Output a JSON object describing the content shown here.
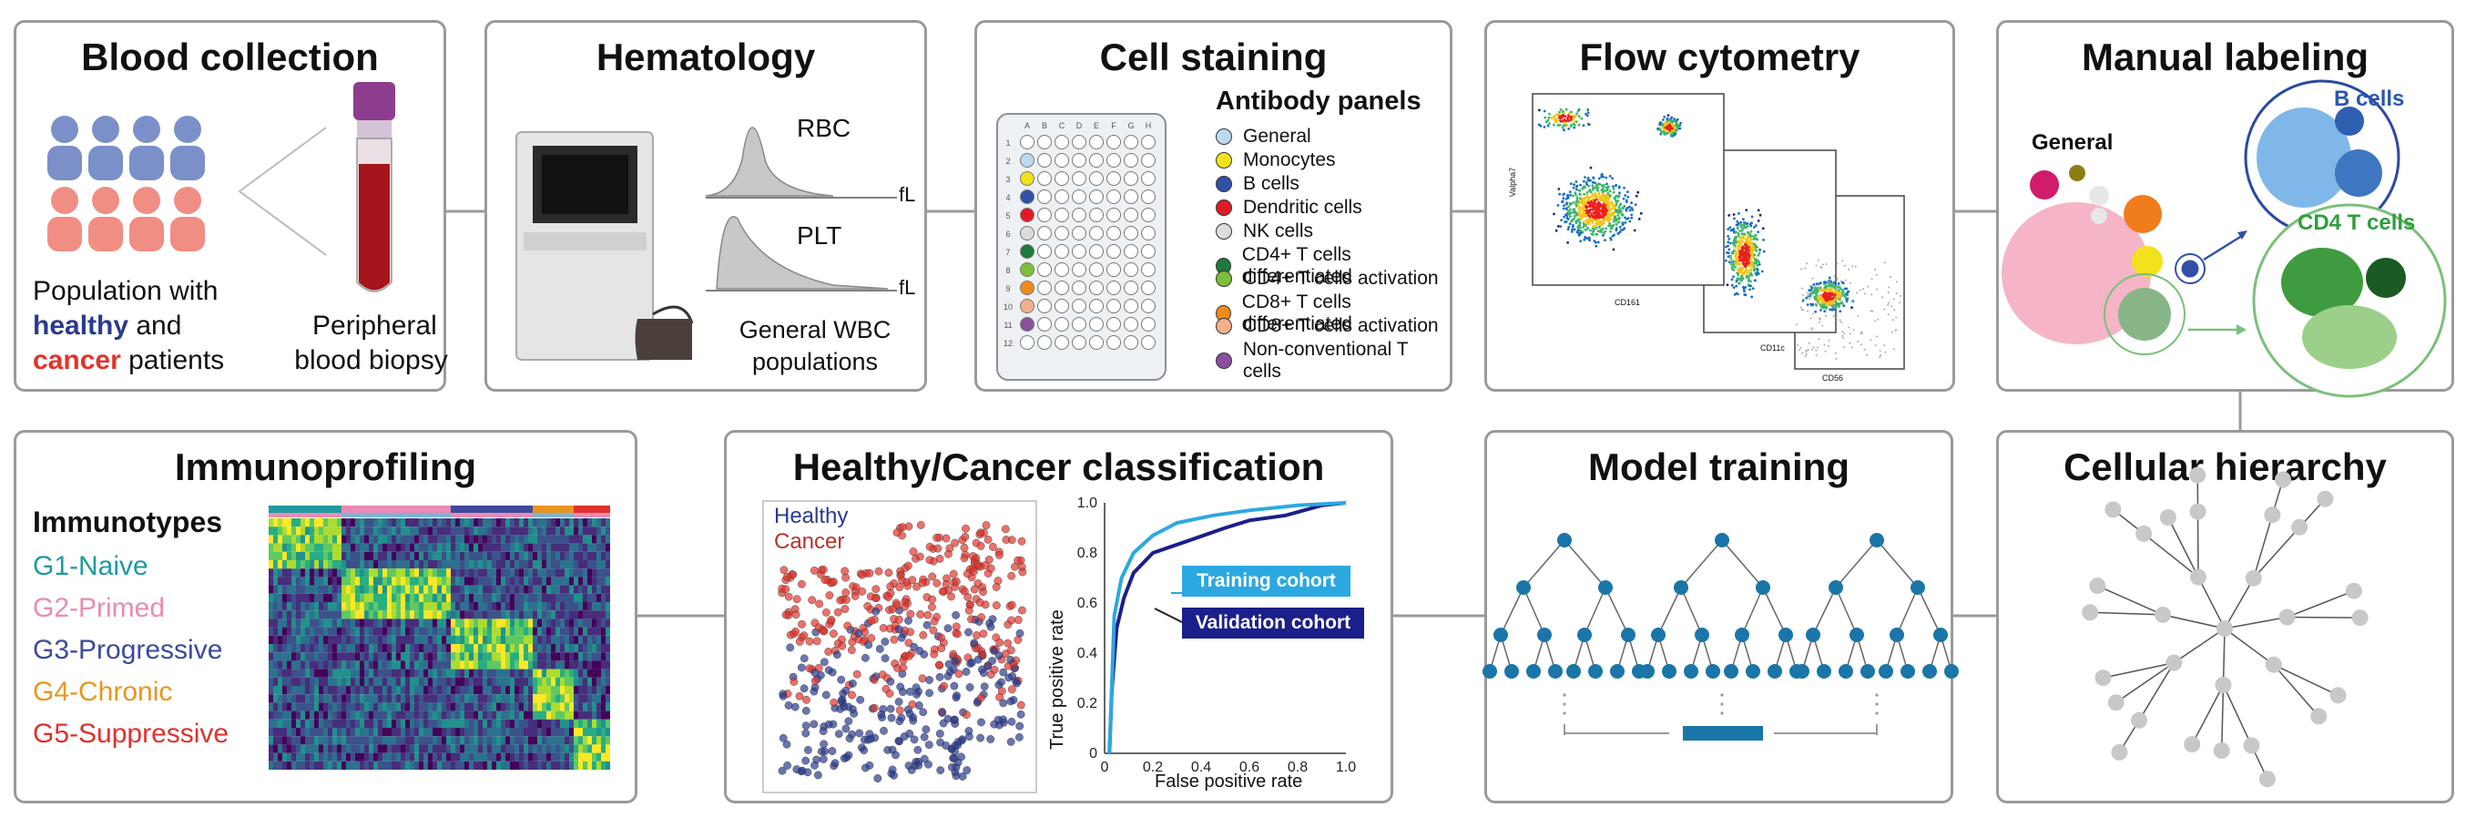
{
  "panels": {
    "blood": {
      "title": "Blood collection",
      "population_line1": "Population with",
      "healthy_word": "healthy",
      "and_word": " and",
      "cancer_word": "cancer",
      "patients_word": " patients",
      "biopsy_line1": "Peripheral",
      "biopsy_line2": "blood biopsy"
    },
    "hematology": {
      "title": "Hematology",
      "rbc": "RBC",
      "plt": "PLT",
      "fl": "fL",
      "wbc_line1": "General WBC",
      "wbc_line2": "populations"
    },
    "staining": {
      "title": "Cell staining",
      "panels_title": "Antibody panels",
      "plate_cols": [
        "A",
        "B",
        "C",
        "D",
        "E",
        "F",
        "G",
        "H"
      ],
      "plate_rows": [
        "1",
        "2",
        "3",
        "4",
        "5",
        "6",
        "7",
        "8",
        "9",
        "10",
        "11",
        "12"
      ],
      "legend": [
        {
          "label": "General",
          "color": "#bcd9ee"
        },
        {
          "label": "Monocytes",
          "color": "#f2e21b"
        },
        {
          "label": "B cells",
          "color": "#3250a8"
        },
        {
          "label": "Dendritic cells",
          "color": "#e01b24"
        },
        {
          "label": "NK cells",
          "color": "#dcdcdc"
        },
        {
          "label": "CD4+ T cells differentiated",
          "color": "#1d7a3a"
        },
        {
          "label": "CD4+ T cells activation",
          "color": "#7bbf3a"
        },
        {
          "label": "CD8+ T cells differentiated",
          "color": "#f08a1c"
        },
        {
          "label": "CD8+ T cells activation",
          "color": "#f4b08a"
        },
        {
          "label": "Non-conventional T cells",
          "color": "#8a4f9e"
        }
      ]
    },
    "flow": {
      "title": "Flow cytometry",
      "y1": "Valpha7",
      "x1": "CD161",
      "x2": "CD11c",
      "x3": "CD56"
    },
    "manual": {
      "title": "Manual labeling",
      "general": "General",
      "bcells": "B cells",
      "cd4": "CD4 T cells"
    },
    "immuno": {
      "title": "Immunoprofiling",
      "sub": "Immunotypes",
      "groups": [
        {
          "label": "G1-Naive",
          "color": "#1f9aa0"
        },
        {
          "label": "G2-Primed",
          "color": "#e98bb4"
        },
        {
          "label": "G3-Progressive",
          "color": "#3c4b9c"
        },
        {
          "label": "G4-Chronic",
          "color": "#e8951f"
        },
        {
          "label": "G5-Suppressive",
          "color": "#e0312c"
        }
      ]
    },
    "classification": {
      "title": "Healthy/Cancer classification",
      "healthy": "Healthy",
      "cancer": "Cancer",
      "ylabel": "True positive rate",
      "xlabel": "False positive rate",
      "train": "Training cohort",
      "valid": "Validation cohort",
      "xticks": [
        "0",
        "0.2",
        "0.4",
        "0.6",
        "0.8",
        "1.0"
      ],
      "yticks": [
        "0",
        "0.2",
        "0.4",
        "0.6",
        "0.8",
        "1.0"
      ]
    },
    "model": {
      "title": "Model training"
    },
    "hierarchy": {
      "title": "Cellular hierarchy"
    }
  },
  "colors": {
    "healthy": "#2b3a8f",
    "cancer": "#e2342c",
    "train": "#2ca8e0",
    "valid": "#1a1f8a",
    "node": "#1a75a8",
    "hier": "#c8c8c8"
  }
}
